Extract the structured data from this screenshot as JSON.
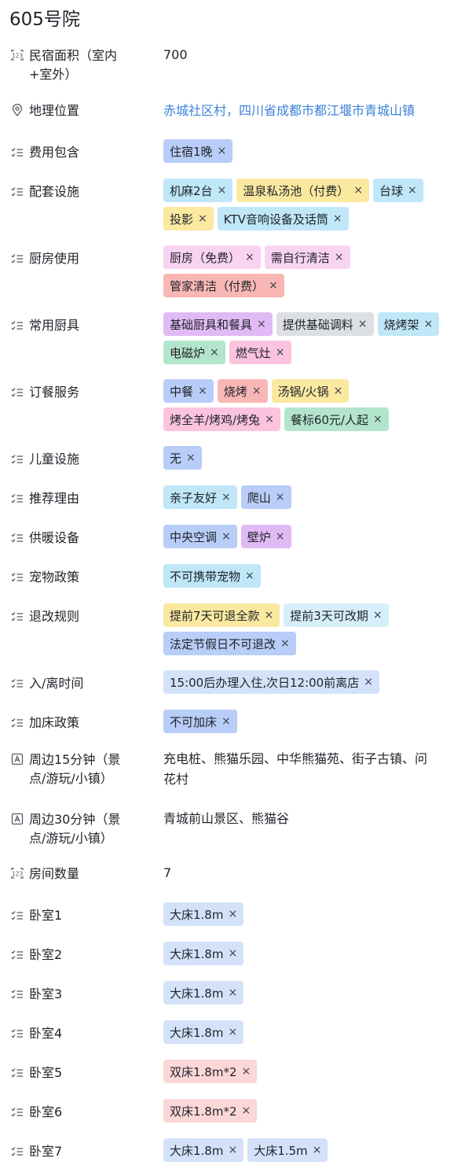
{
  "page": {
    "title": "605号院"
  },
  "colors": {
    "blue": "#b8cdf7",
    "lightblue": "#bfe7f8",
    "yellow": "#fbe9a0",
    "pink": "#f9d3f2",
    "red": "#f8b7b5",
    "purple": "#e1baf5",
    "gray": "#dcdfe3",
    "green": "#b3e4cc",
    "rose": "#fbc3de",
    "cyan": "#d6effa",
    "paleblue": "#d4e2f9",
    "palered": "#fbd7d7"
  },
  "remove_glyph": "×",
  "fields": [
    {
      "label": "民宿面积（室内+室外）",
      "icon": "number-icon",
      "type": "text",
      "value": "700"
    },
    {
      "label": "地理位置",
      "icon": "location-icon",
      "type": "link",
      "value": "赤城社区村，四川省成都市都江堰市青城山镇"
    },
    {
      "label": "费用包含",
      "icon": "multi-select-icon",
      "type": "tags",
      "tags": [
        {
          "text": "住宿1晚",
          "color": "blue"
        }
      ]
    },
    {
      "label": "配套设施",
      "icon": "multi-select-icon",
      "type": "tags",
      "tags": [
        {
          "text": "机麻2台",
          "color": "lightblue"
        },
        {
          "text": "温泉私汤池（付费）",
          "color": "yellow"
        },
        {
          "text": "台球",
          "color": "lightblue"
        },
        {
          "text": "投影",
          "color": "yellow"
        },
        {
          "text": "KTV音响设备及话筒",
          "color": "lightblue"
        }
      ]
    },
    {
      "label": "厨房使用",
      "icon": "multi-select-icon",
      "type": "tags",
      "tags": [
        {
          "text": "厨房（免费）",
          "color": "pink"
        },
        {
          "text": "需自行清洁",
          "color": "pink"
        },
        {
          "text": "管家清洁（付费）",
          "color": "red"
        }
      ]
    },
    {
      "label": "常用厨具",
      "icon": "multi-select-icon",
      "type": "tags",
      "tags": [
        {
          "text": "基础厨具和餐具",
          "color": "purple"
        },
        {
          "text": "提供基础调料",
          "color": "gray"
        },
        {
          "text": "烧烤架",
          "color": "lightblue"
        },
        {
          "text": "电磁炉",
          "color": "green"
        },
        {
          "text": "燃气灶",
          "color": "rose"
        }
      ]
    },
    {
      "label": "订餐服务",
      "icon": "multi-select-icon",
      "type": "tags",
      "tags": [
        {
          "text": "中餐",
          "color": "blue"
        },
        {
          "text": "烧烤",
          "color": "red"
        },
        {
          "text": "汤锅/火锅",
          "color": "yellow"
        },
        {
          "text": "烤全羊/烤鸡/烤兔",
          "color": "rose"
        },
        {
          "text": "餐标60元/人起",
          "color": "green"
        }
      ]
    },
    {
      "label": "儿童设施",
      "icon": "multi-select-icon",
      "type": "tags",
      "tags": [
        {
          "text": "无",
          "color": "blue"
        }
      ]
    },
    {
      "label": "推荐理由",
      "icon": "multi-select-icon",
      "type": "tags",
      "tags": [
        {
          "text": "亲子友好",
          "color": "lightblue"
        },
        {
          "text": "爬山",
          "color": "blue"
        }
      ]
    },
    {
      "label": "供暖设备",
      "icon": "multi-select-icon",
      "type": "tags",
      "tags": [
        {
          "text": "中央空调",
          "color": "blue"
        },
        {
          "text": "壁炉",
          "color": "purple"
        }
      ]
    },
    {
      "label": "宠物政策",
      "icon": "multi-select-icon",
      "type": "tags",
      "tags": [
        {
          "text": "不可携带宠物",
          "color": "lightblue"
        }
      ]
    },
    {
      "label": "退改规则",
      "icon": "multi-select-icon",
      "type": "tags",
      "tags": [
        {
          "text": "提前7天可退全款",
          "color": "yellow"
        },
        {
          "text": "提前3天可改期",
          "color": "cyan"
        },
        {
          "text": "法定节假日不可退改",
          "color": "blue"
        }
      ]
    },
    {
      "label": "入/离时间",
      "icon": "multi-select-icon",
      "type": "tags",
      "tags": [
        {
          "text": "15:00后办理入住,次日12:00前离店",
          "color": "paleblue"
        }
      ]
    },
    {
      "label": "加床政策",
      "icon": "multi-select-icon",
      "type": "tags",
      "tags": [
        {
          "text": "不可加床",
          "color": "blue"
        }
      ]
    },
    {
      "label": "周边15分钟（景点/游玩/小镇）",
      "icon": "text-field-icon",
      "type": "text",
      "value": "充电桩、熊猫乐园、中华熊猫苑、街子古镇、问花村"
    },
    {
      "label": "周边30分钟（景点/游玩/小镇）",
      "icon": "text-field-icon",
      "type": "text",
      "value": "青城前山景区、熊猫谷"
    },
    {
      "label": "房间数量",
      "icon": "number-icon",
      "type": "text",
      "value": "7"
    },
    {
      "label": "卧室1",
      "icon": "multi-select-icon",
      "type": "tags",
      "tags": [
        {
          "text": "大床1.8m",
          "color": "paleblue"
        }
      ]
    },
    {
      "label": "卧室2",
      "icon": "multi-select-icon",
      "type": "tags",
      "tags": [
        {
          "text": "大床1.8m",
          "color": "paleblue"
        }
      ]
    },
    {
      "label": "卧室3",
      "icon": "multi-select-icon",
      "type": "tags",
      "tags": [
        {
          "text": "大床1.8m",
          "color": "paleblue"
        }
      ]
    },
    {
      "label": "卧室4",
      "icon": "multi-select-icon",
      "type": "tags",
      "tags": [
        {
          "text": "大床1.8m",
          "color": "paleblue"
        }
      ]
    },
    {
      "label": "卧室5",
      "icon": "multi-select-icon",
      "type": "tags",
      "tags": [
        {
          "text": "双床1.8m*2",
          "color": "palered"
        }
      ]
    },
    {
      "label": "卧室6",
      "icon": "multi-select-icon",
      "type": "tags",
      "tags": [
        {
          "text": "双床1.8m*2",
          "color": "palered"
        }
      ]
    },
    {
      "label": "卧室7",
      "icon": "multi-select-icon",
      "type": "tags",
      "tags": [
        {
          "text": "大床1.8m",
          "color": "paleblue"
        },
        {
          "text": "大床1.5m",
          "color": "paleblue"
        }
      ]
    }
  ]
}
